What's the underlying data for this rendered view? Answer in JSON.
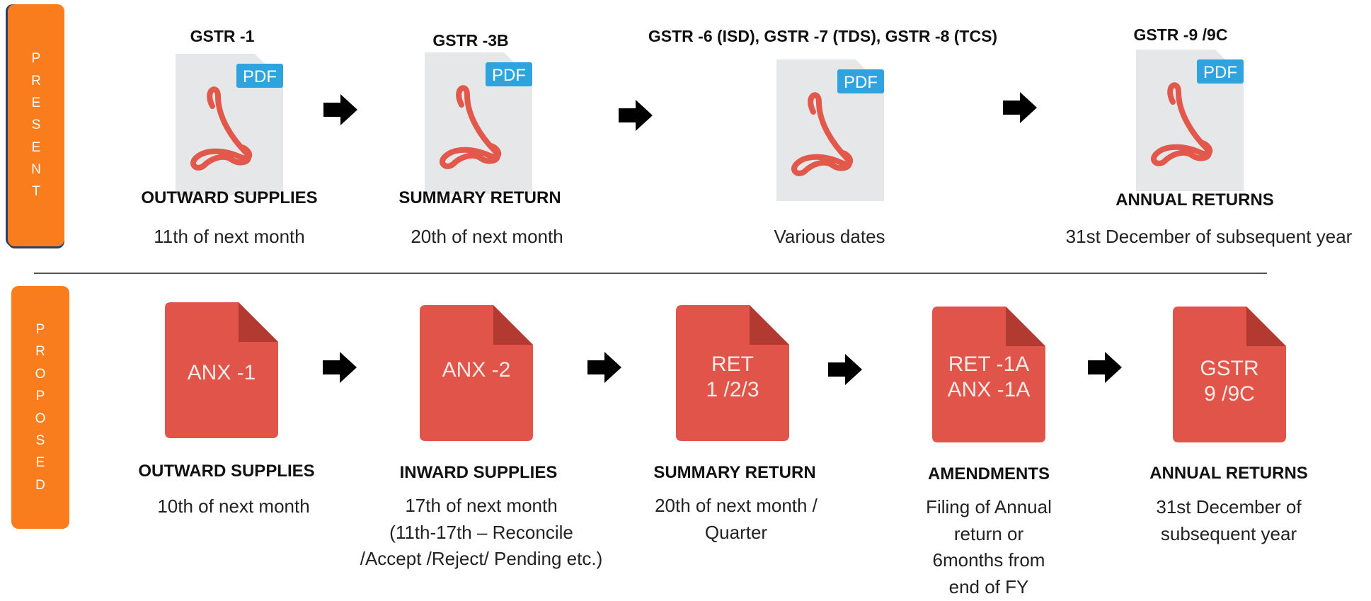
{
  "present": {
    "tab_letters": [
      "P",
      "R",
      "E",
      "S",
      "E",
      "N",
      "T"
    ],
    "items": [
      {
        "title": "GSTR -1",
        "badge": "PDF",
        "heading": "OUTWARD SUPPLIES",
        "desc": "11th of next month"
      },
      {
        "title": "GSTR -3B",
        "badge": "PDF",
        "heading": "SUMMARY RETURN",
        "desc": "20th of next month"
      },
      {
        "title": "GSTR -6 (ISD), GSTR -7 (TDS), GSTR -8 (TCS)",
        "badge": "PDF",
        "heading": "",
        "desc": "Various dates"
      },
      {
        "title": "GSTR -9 /9C",
        "badge": "PDF",
        "heading": "ANNUAL RETURNS",
        "desc": "31st December of subsequent year"
      }
    ]
  },
  "proposed": {
    "tab_letters": [
      "P",
      "R",
      "O",
      "P",
      "O",
      "S",
      "E",
      "D"
    ],
    "items": [
      {
        "file_line1": "ANX -1",
        "file_line2": "",
        "heading": "OUTWARD SUPPLIES",
        "desc_lines": [
          "10th of next month"
        ]
      },
      {
        "file_line1": "ANX -2",
        "file_line2": "",
        "heading": "INWARD SUPPLIES",
        "desc_lines": [
          "17th of next month",
          "(11th-17th – Reconcile",
          "/Accept /Reject/ Pending etc.)"
        ]
      },
      {
        "file_line1": "RET",
        "file_line2": "1 /2/3",
        "heading": "SUMMARY RETURN",
        "desc_lines": [
          "20th of next month /",
          "Quarter"
        ]
      },
      {
        "file_line1": "RET -1A",
        "file_line2": "ANX -1A",
        "heading": "AMENDMENTS",
        "desc_lines": [
          "Filing of Annual",
          "return or",
          "6months from",
          "end of FY"
        ]
      },
      {
        "file_line1": "GSTR",
        "file_line2": "9 /9C",
        "heading": "ANNUAL RETURNS",
        "desc_lines": [
          "31st December of",
          "subsequent year"
        ]
      }
    ]
  },
  "colors": {
    "tab_orange": "#f97d1d",
    "tab_border": "#2c3e6b",
    "pdf_badge": "#2ea3dd",
    "pdf_logo": "#e2584a",
    "pdf_sheet": "#e6e7e9",
    "red_file": "#e0544a",
    "red_file_fold": "#b23a30",
    "arrow": "#000000"
  },
  "icons": {
    "pdf_file": "pdf-file-icon",
    "red_file": "document-file-icon",
    "arrow": "arrow-right-icon"
  }
}
